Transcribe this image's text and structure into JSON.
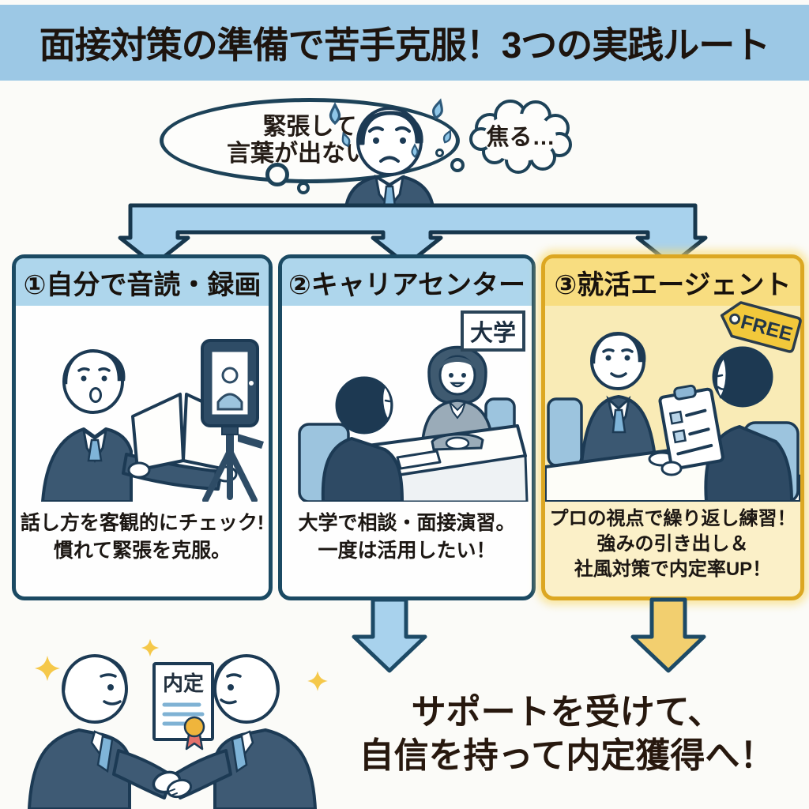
{
  "title": "面接対策の準備で苦手克服！3つの実践ルート",
  "thoughts": {
    "left_bubble": {
      "line1": "緊張して",
      "line2": "言葉が出ない…"
    },
    "right_bubble": {
      "text": "焦る…"
    }
  },
  "routes": [
    {
      "heading": "①自分で音読・録画",
      "theme": "blue",
      "description": [
        "話し方を客観的にチェック!",
        "慣れて緊張を克服。"
      ]
    },
    {
      "heading": "②キャリアセンター",
      "theme": "blue",
      "badge": "大学",
      "description": [
        "大学で相談・面接演習。",
        "一度は活用したい！"
      ]
    },
    {
      "heading": "③就活エージェント",
      "theme": "yellow",
      "badge": "FREE",
      "description": [
        "プロの視点で繰り返し練習！",
        "強みの引き出し＆",
        "社風対策で内定率UP！"
      ]
    }
  ],
  "outcome": {
    "certificate_label": "内定",
    "line1": "サポートを受けて、",
    "line2": "自信を持って内定獲得へ！"
  },
  "colors": {
    "banner_bg": "#9cc8e5",
    "card_blue_header": "#aed6ec",
    "card_blue_border": "#1b4a63",
    "card_yellow_header": "#f8dd80",
    "card_yellow_body": "#fbf0c8",
    "card_yellow_border": "#dca722",
    "arrow_blue": "#a8d2ed",
    "arrow_yellow": "#f2cf6f",
    "outline_navy": "#1c3a54",
    "free_tag_fill": "#f2c83b",
    "sparkle": "#f5c84a",
    "medal_gold": "#efb53c",
    "ribbon_red": "#e4716b"
  }
}
